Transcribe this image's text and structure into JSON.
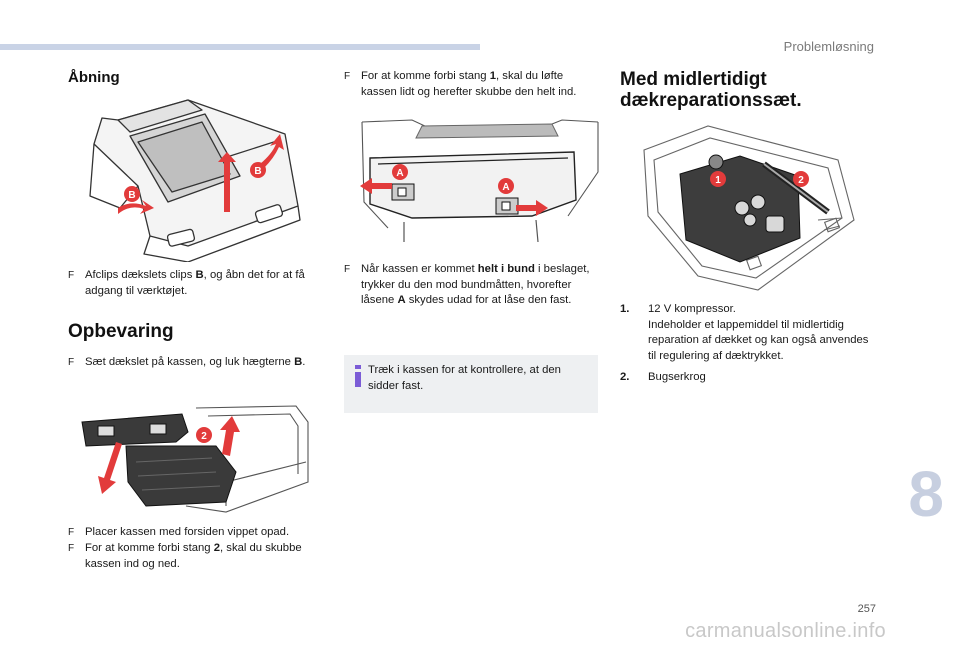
{
  "header": {
    "section": "Problemløsning"
  },
  "footer": {
    "page_number": "257",
    "chapter": "8",
    "watermark": "carmanualsonline.info"
  },
  "col1": {
    "heading1": "Åbning",
    "para1": {
      "pre": "Afclips dækslets clips ",
      "bold": "B",
      "post": ", og åbn det for at få adgang til værktøjet."
    },
    "heading2": "Opbevaring",
    "para2": {
      "pre": "Sæt dækslet på kassen, og luk hægterne ",
      "bold": "B",
      "post": "."
    },
    "para3": "Placer kassen med forsiden vippet opad.",
    "para4": {
      "pre": "For at komme forbi stang ",
      "bold": "2",
      "post": ", skal du skubbe kassen ind og ned."
    }
  },
  "col2": {
    "para1": {
      "pre": "For at komme forbi stang ",
      "bold": "1",
      "post": ", skal du løfte kassen lidt og herefter skubbe den helt ind."
    },
    "para2": {
      "pre": "Når kassen er kommet ",
      "bold": "helt i bund",
      "post": " i beslaget, trykker du den mod bundmåtten, hvorefter låsene ",
      "bold2": "A",
      "post2": " skydes udad for at låse den fast."
    },
    "info": "Træk i kassen for at kontrollere, at den sidder fast."
  },
  "col3": {
    "heading": "Med midlertidigt dækreparationssæt.",
    "items": [
      {
        "num": "1.",
        "title": "12 V kompressor.",
        "desc": "Indeholder et lappemiddel til midlertidig reparation af dækket og kan også anvendes til regulering af dæktrykket."
      },
      {
        "num": "2.",
        "title": "Bugserkrog",
        "desc": ""
      }
    ]
  },
  "labels": {
    "b": "B",
    "a": "A",
    "one": "1",
    "two": "2"
  },
  "colors": {
    "accent_red": "#e23b3b",
    "chapter_grey": "#c7cfe0",
    "info_icon": "#7b5cd6"
  },
  "bullet_glyph": "F"
}
